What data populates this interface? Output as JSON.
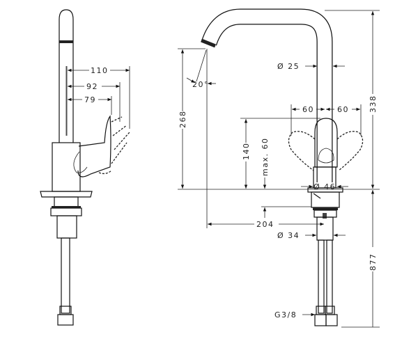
{
  "side_view": {
    "dimensions": {
      "d110": "110",
      "d92": "92",
      "d79": "79"
    }
  },
  "front_view": {
    "dimensions": {
      "height_268": "268",
      "angle_20": "20°",
      "diameter_25": "Ø 25",
      "left_60": "60",
      "right_60": "60",
      "height_338": "338",
      "height_140": "140",
      "max_60": "max. 60",
      "diameter_46": "Ø 46",
      "reach_204": "204",
      "diameter_34": "Ø 34",
      "hose_877": "877",
      "thread": "G3/8"
    }
  }
}
